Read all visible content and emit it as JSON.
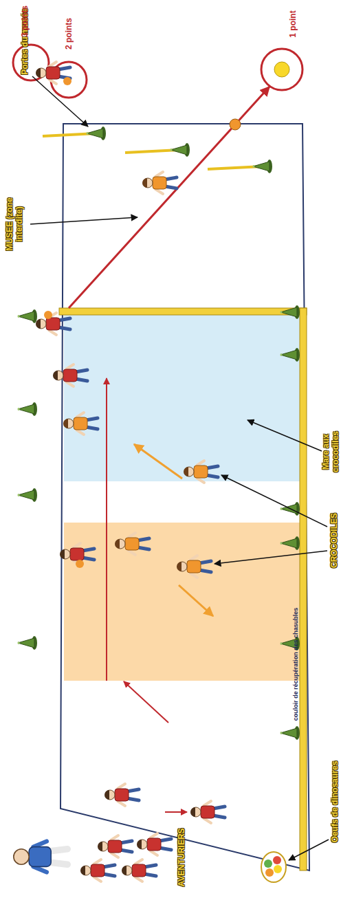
{
  "diagram": {
    "labels": [
      "Portes du musée",
      "3 points",
      "2 points",
      "1 point",
      "MUSEE (zone interdite)",
      "CROCODILES",
      "Mare aux crocodiles",
      "couloir de récupération des chasubles",
      "Oeufs de dinosaures",
      "AVENTURIERS"
    ]
  }
}
